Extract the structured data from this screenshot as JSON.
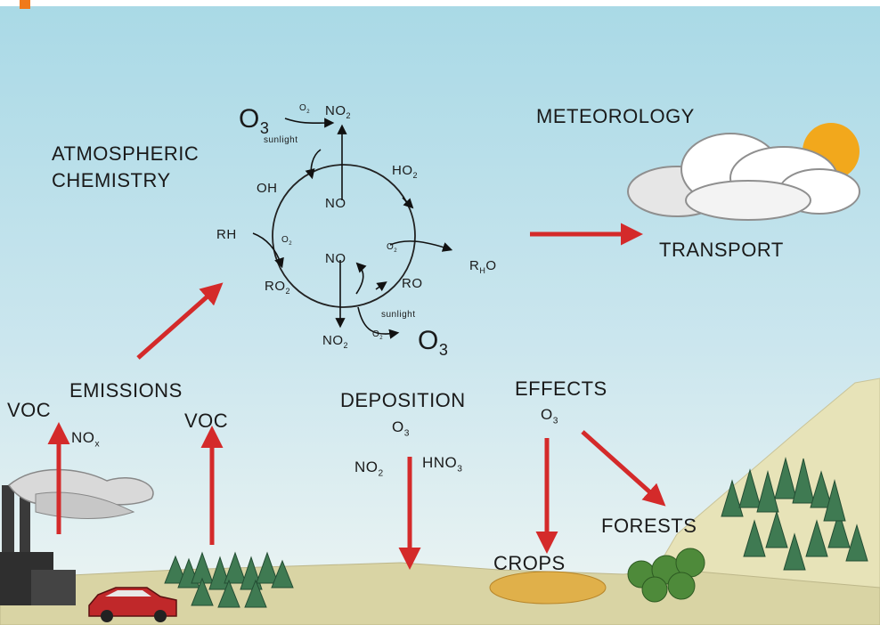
{
  "labels": {
    "atmospheric_chemistry_line1": "ATMOSPHERIC",
    "atmospheric_chemistry_line2": "CHEMISTRY",
    "meteorology": "METEOROLOGY",
    "transport": "TRANSPORT",
    "emissions": "EMISSIONS",
    "deposition": "DEPOSITION",
    "effects": "EFFECTS",
    "forests": "FORESTS",
    "crops": "CROPS"
  },
  "species": {
    "voc_left": "VOC",
    "voc_right": "VOC",
    "nox": "NO",
    "nox_sub": "x",
    "o3": "O",
    "o3_sub": "3",
    "no2": "NO",
    "no2_sub": "2",
    "no": "NO",
    "oh": "OH",
    "ho2": "HO",
    "ho2_sub": "2",
    "rh": "RH",
    "ro2": "RO",
    "ro2_sub": "2",
    "ro": "RO",
    "rho": "R",
    "rho_sub": "H",
    "rho_tail": "O",
    "o2": "O",
    "o2_sub": "2",
    "hno3": "HNO",
    "hno3_sub": "3",
    "sunlight": "sunlight"
  },
  "colors": {
    "sky_top": "#a9d9e6",
    "sky_bottom": "#e6f1f5",
    "arrow_red": "#d42a2a",
    "ground": "#d9d4a4",
    "hill": "#e7e3b8",
    "tree": "#3f7a52",
    "sun": "#f2a81c",
    "accent_orange": "#f07a1a"
  }
}
